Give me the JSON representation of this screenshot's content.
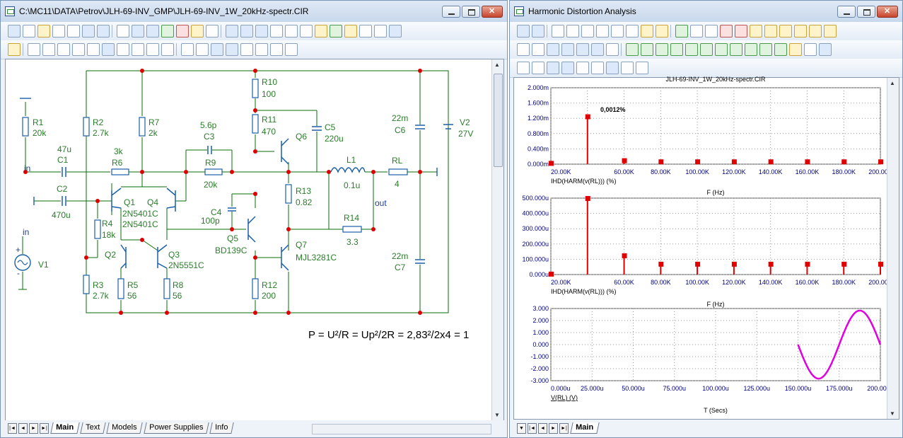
{
  "left_window": {
    "title": "C:\\MC11\\DATA\\Petrov\\JLH-69-INV_GMP\\JLH-69-INV_1W_20kHz-spectr.CIR",
    "tabs": [
      "Main",
      "Text",
      "Models",
      "Power Supplies",
      "Info"
    ],
    "active_tab": "Main"
  },
  "right_window": {
    "title": "Harmonic Distortion Analysis",
    "tabs": [
      "Main"
    ],
    "active_tab": "Main"
  },
  "schematic": {
    "components": {
      "R1": {
        "name": "R1",
        "value": "20k"
      },
      "R2": {
        "name": "R2",
        "value": "2.7k"
      },
      "R3": {
        "name": "R3",
        "value": "2.7k"
      },
      "R4": {
        "name": "R4",
        "value": "18k"
      },
      "R5": {
        "name": "R5",
        "value": "56"
      },
      "R6": {
        "name": "R6",
        "value": "3k"
      },
      "R7": {
        "name": "R7",
        "value": "2k"
      },
      "R8": {
        "name": "R8",
        "value": "56"
      },
      "R9": {
        "name": "R9",
        "value": "20k"
      },
      "R10": {
        "name": "R10",
        "value": "100"
      },
      "R11": {
        "name": "R11",
        "value": "470"
      },
      "R12": {
        "name": "R12",
        "value": "200"
      },
      "R13": {
        "name": "R13",
        "value": "0.82"
      },
      "R14": {
        "name": "R14",
        "value": "3.3"
      },
      "RL": {
        "name": "RL",
        "value": "4"
      },
      "C1": {
        "name": "C1",
        "value": "47u"
      },
      "C2": {
        "name": "C2",
        "value": "470u"
      },
      "C3": {
        "name": "C3",
        "value": "5.6p"
      },
      "C4": {
        "name": "C4",
        "value": "100p"
      },
      "C5": {
        "name": "C5",
        "value": "220u"
      },
      "C6": {
        "name": "C6",
        "value": "22m"
      },
      "C7": {
        "name": "C7",
        "value": "22m"
      },
      "L1": {
        "name": "L1",
        "value": "0.1u"
      },
      "V1": {
        "name": "V1"
      },
      "V2": {
        "name": "V2",
        "value": "27V"
      },
      "Q1": {
        "name": "Q1",
        "model": "2N5401C"
      },
      "Q4": {
        "name": "Q4",
        "model": "2N5401C"
      },
      "Q2": {
        "name": "Q2"
      },
      "Q3": {
        "name": "Q3",
        "model": "2N5551C"
      },
      "Q5": {
        "name": "Q5",
        "model": "BD139C"
      },
      "Q6": {
        "name": "Q6"
      },
      "Q7": {
        "name": "Q7",
        "model": "MJL3281C"
      }
    },
    "nodes": {
      "in1": "in",
      "in2": "in",
      "out": "out"
    },
    "pin_marks": {
      "plus": "+",
      "minus": "-"
    },
    "formula": "P = U²/R = Up²/2R = 2,83²/2x4 = 1"
  },
  "chart_data": [
    {
      "type": "bar",
      "title": "JLH-69-INV_1W_20kHz-spectr.CIR",
      "annotation": "0,0012%",
      "x": [
        20000,
        40000,
        60000,
        80000,
        100000,
        120000,
        140000,
        160000,
        180000,
        200000
      ],
      "values": [
        3e-05,
        0.00125,
        0.0001,
        7e-05,
        7e-05,
        7e-05,
        7e-05,
        7e-05,
        7e-05,
        7e-05
      ],
      "x_ticks": [
        "20.00K",
        "60.00K",
        "80.00K",
        "100.00K",
        "120.00K",
        "140.00K",
        "160.00K",
        "180.00K",
        "200.00K"
      ],
      "y_ticks": [
        "0.000m",
        "0.400m",
        "0.800m",
        "1.200m",
        "1.600m",
        "2.000m"
      ],
      "xlim": [
        20000,
        200000
      ],
      "ylim": [
        0,
        0.002
      ],
      "series_label": "IHD(HARM(v(RL))) (%)",
      "xlabel": "F (Hz)",
      "grid": true,
      "color": "#e00000"
    },
    {
      "type": "bar",
      "x": [
        20000,
        40000,
        60000,
        80000,
        100000,
        120000,
        140000,
        160000,
        180000,
        200000
      ],
      "values": [
        5e-06,
        0.0005,
        0.000125,
        7e-05,
        7e-05,
        7e-05,
        7e-05,
        7e-05,
        7e-05,
        7e-05
      ],
      "x_ticks": [
        "20.00K",
        "60.00K",
        "80.00K",
        "100.00K",
        "120.00K",
        "140.00K",
        "160.00K",
        "180.00K",
        "200.00K"
      ],
      "y_ticks": [
        "0.000u",
        "100.000u",
        "200.000u",
        "300.000u",
        "400.000u",
        "500.000u"
      ],
      "xlim": [
        20000,
        200000
      ],
      "ylim": [
        0,
        0.0005
      ],
      "series_label": "IHD(HARM(v(RL))) (%)",
      "xlabel": "F (Hz)",
      "grid": true,
      "color": "#e00000"
    },
    {
      "type": "line",
      "x_ticks": [
        "0.000u",
        "25.000u",
        "50.000u",
        "75.000u",
        "100.000u",
        "125.000u",
        "150.000u",
        "175.000u",
        "200.000u"
      ],
      "y_ticks": [
        "-3.000",
        "-2.000",
        "-1.000",
        "0.000",
        "1.000",
        "2.000",
        "3.000"
      ],
      "xlim": [
        0,
        200
      ],
      "ylim": [
        -3,
        3
      ],
      "series": [
        {
          "name": "V(RL) (V)",
          "amplitude": 2.83,
          "period_us": 50,
          "t_start_us": 150,
          "t_end_us": 200,
          "color": "#e000e0"
        }
      ],
      "xlabel": "T (Secs)",
      "grid": true
    }
  ]
}
